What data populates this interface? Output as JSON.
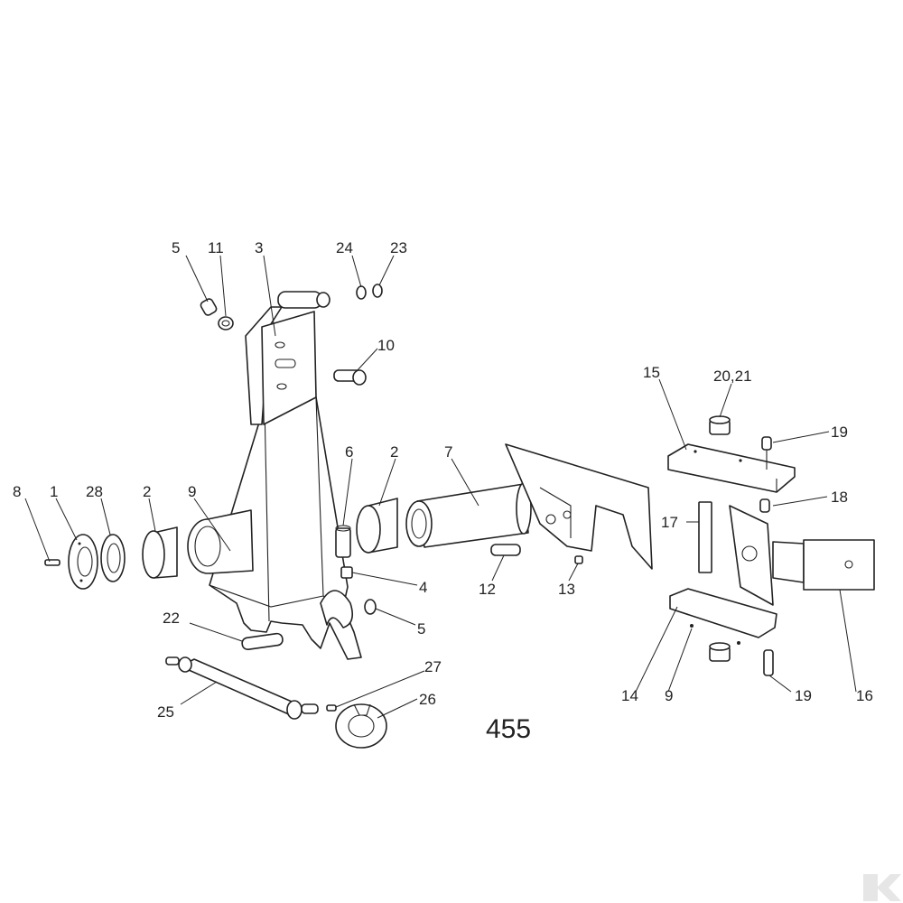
{
  "figure_number": "455",
  "callouts": [
    "5",
    "11",
    "3",
    "24",
    "23",
    "10",
    "15",
    "20,21",
    "19",
    "6",
    "2",
    "7",
    "8",
    "1",
    "28",
    "2",
    "9",
    "18",
    "17",
    "4",
    "12",
    "13",
    "5",
    "22",
    "27",
    "25",
    "26",
    "14",
    "9",
    "19",
    "16"
  ],
  "colors": {
    "ink": "#222222",
    "background": "#ffffff"
  },
  "logo": "K"
}
